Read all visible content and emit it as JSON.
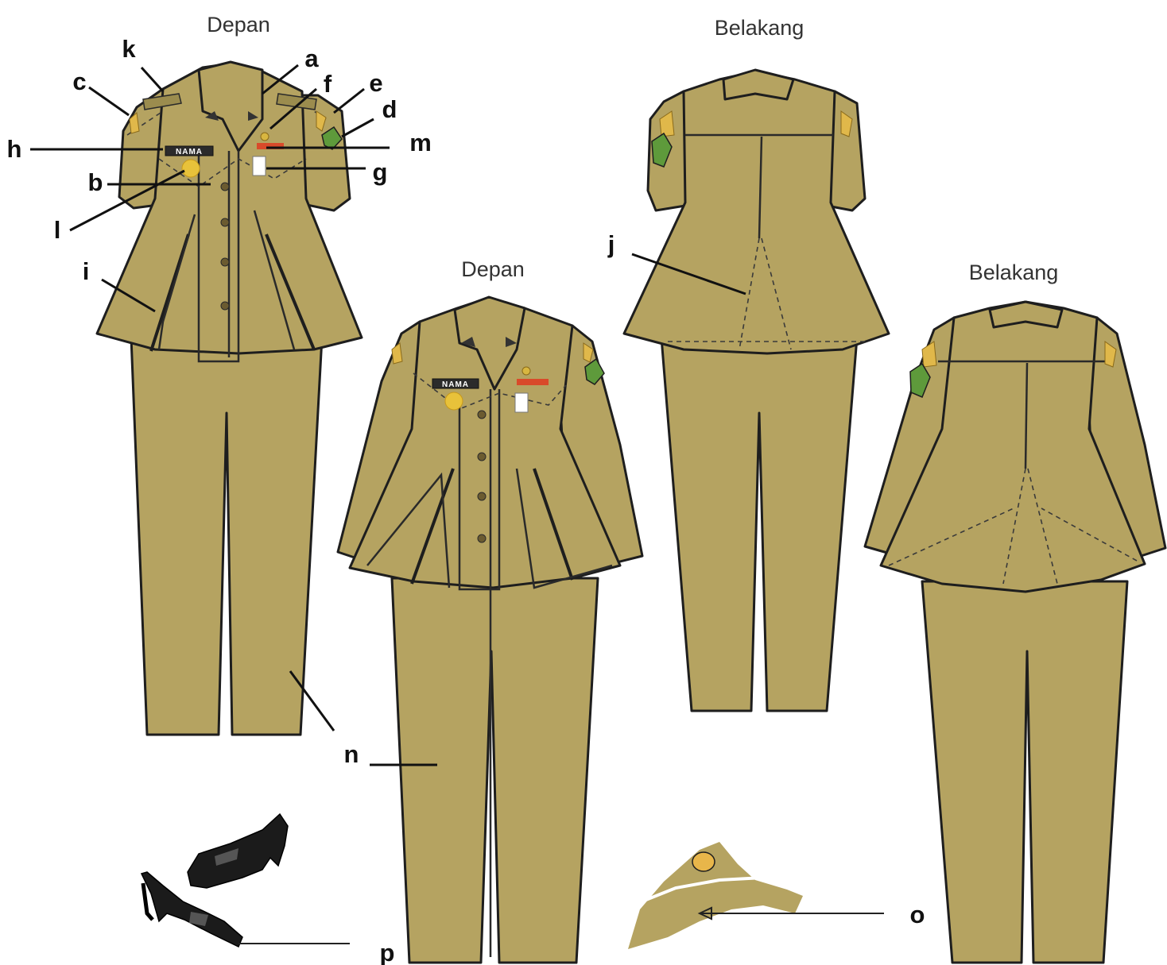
{
  "view_titles": {
    "front_left": "Depan",
    "back_left": "Belakang",
    "front_right": "Depan",
    "back_right": "Belakang"
  },
  "callouts": {
    "a": "a",
    "b": "b",
    "c": "c",
    "d": "d",
    "e": "e",
    "f": "f",
    "g": "g",
    "h": "h",
    "i": "i",
    "j": "j",
    "k": "k",
    "l": "l",
    "m": "m",
    "n": "n",
    "o": "o",
    "p": "p"
  },
  "name_plate_text": "NAMA",
  "colors": {
    "fabric": "#b5a361",
    "outline": "#1e1e1e",
    "emblem_gold": "#e8c23a",
    "emblem_green": "#5e9a3b",
    "shoe": "#1b1b1b"
  }
}
